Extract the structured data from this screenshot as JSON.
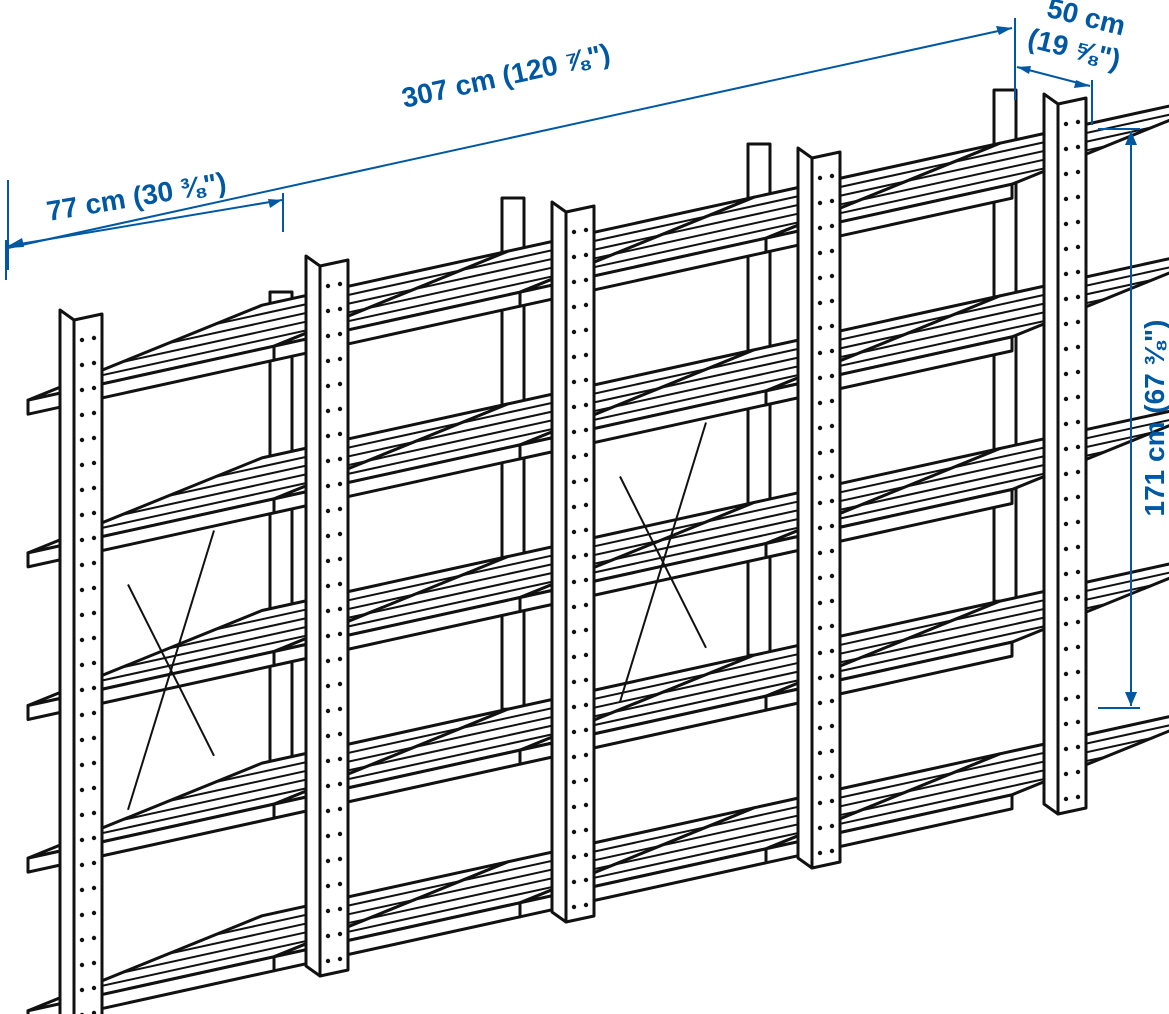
{
  "diagram": {
    "colors": {
      "line": "#111111",
      "dimension": "#0058a3",
      "fill": "#ffffff"
    },
    "dimensions": {
      "total_width": "307 cm (120 ⅞\")",
      "section_width": "77 cm (30 ⅜\")",
      "depth_line1": "50 cm",
      "depth_line2": "(19 ⅝\")",
      "height": "171 cm (67 ⅜\")"
    },
    "product": {
      "sections": 4,
      "shelves_per_section": 5
    }
  }
}
